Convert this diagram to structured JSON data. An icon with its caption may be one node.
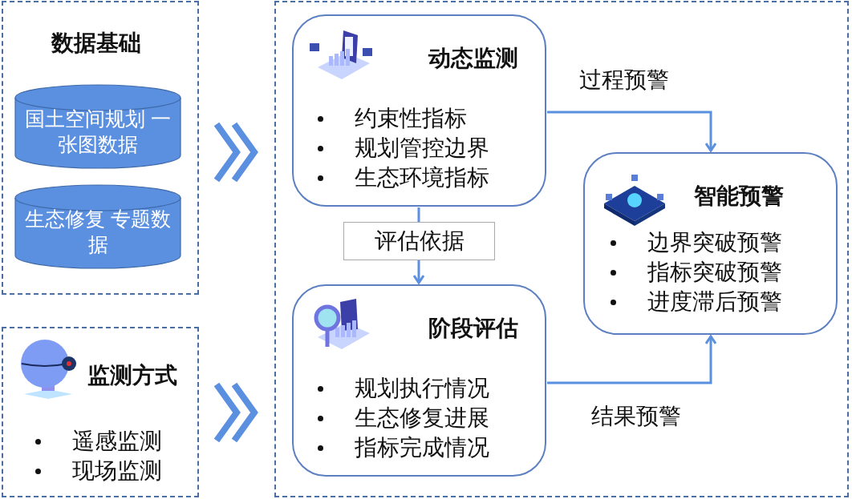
{
  "diagram": {
    "nodes": [
      {
        "text": [
          "数据基础"
        ]
      },
      {
        "text": [
          "国土空间规划 一张图数据"
        ],
        "in": 0
      },
      {
        "text": [
          "生态修复 专题数据"
        ],
        "in": 0
      },
      {
        "text": [
          "监测方式",
          "遥感监测",
          "现场监测"
        ]
      },
      {
        "text": [],
        "shape": "box"
      },
      {
        "text": [
          "动态监测",
          "约束性指标",
          "规划管控边界",
          "生态环境指标"
        ],
        "in": 4
      },
      {
        "text": [
          "阶段评估",
          "规划执行情况",
          "生态修复进展",
          "指标完成情况"
        ],
        "in": 4
      },
      {
        "text": [
          "智能预警",
          "边界突破预警",
          "指标突破预警",
          "进度滞后预警"
        ],
        "in": 4
      }
    ],
    "edges": [
      {
        "from": 0,
        "to": 4,
        "arrow": "to",
        "style": "thick"
      },
      {
        "from": 3,
        "to": 4,
        "arrow": "to",
        "style": "thick"
      },
      {
        "from": 5,
        "to": 6,
        "arrow": "to",
        "label": "评估依据"
      },
      {
        "from": 5,
        "to": 7,
        "arrow": "to",
        "label": "过程预警"
      },
      {
        "from": 6,
        "to": 7,
        "arrow": "to",
        "label": "结果预警"
      }
    ]
  }
}
